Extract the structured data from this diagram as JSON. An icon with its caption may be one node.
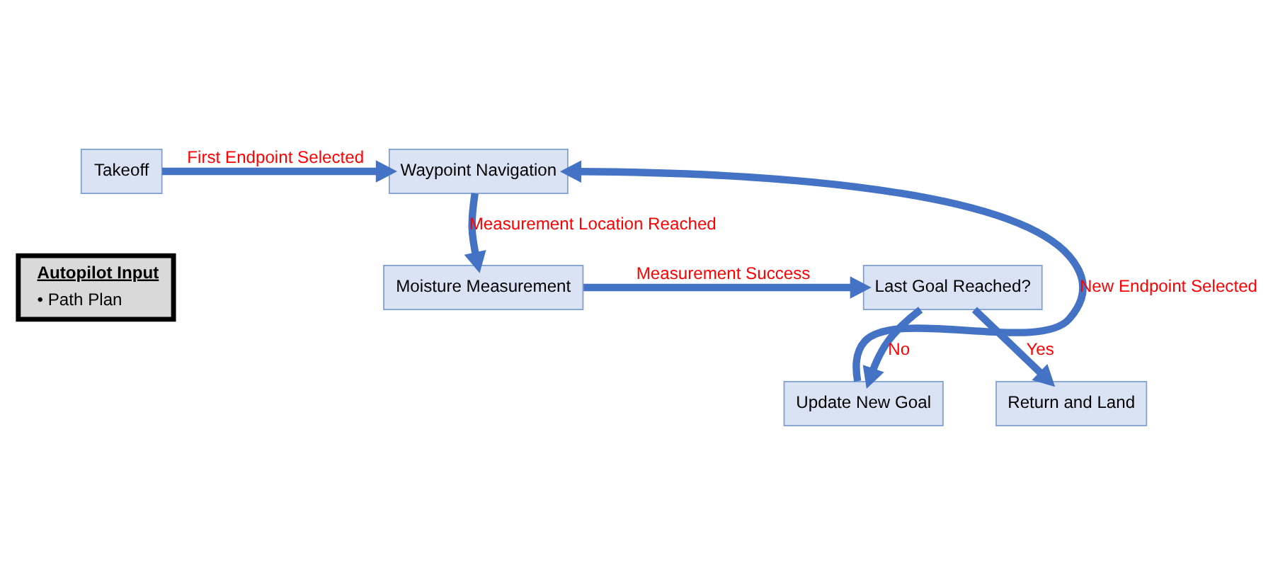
{
  "diagram": {
    "nodes": [
      {
        "text": [
          "Takeoff"
        ]
      },
      {
        "text": [
          "Waypoint Navigation"
        ]
      },
      {
        "text": [
          "Update New Goal"
        ]
      },
      {
        "text": [
          "Moisture Measurement"
        ]
      },
      {
        "text": [
          "Last Goal Reached?"
        ]
      },
      {
        "text": [
          "Return and Land"
        ]
      },
      {
        "text": [
          "Autopilot Input",
          "• Path Plan"
        ]
      }
    ],
    "edges": [
      {
        "from": 0,
        "to": 1,
        "arrow": "to",
        "label": "First Endpoint Selected"
      },
      {
        "from": 2,
        "to": 1,
        "arrow": "to",
        "label": "New Endpoint Selected"
      },
      {
        "from": 1,
        "to": 3,
        "arrow": "to",
        "label": "Measurement Location Reached"
      },
      {
        "from": 3,
        "to": 4,
        "arrow": "to",
        "label": "Measurement Success"
      },
      {
        "from": 4,
        "to": 2,
        "arrow": "to",
        "label": "No"
      },
      {
        "from": 4,
        "to": 5,
        "arrow": "to",
        "label": "Yes"
      }
    ]
  }
}
